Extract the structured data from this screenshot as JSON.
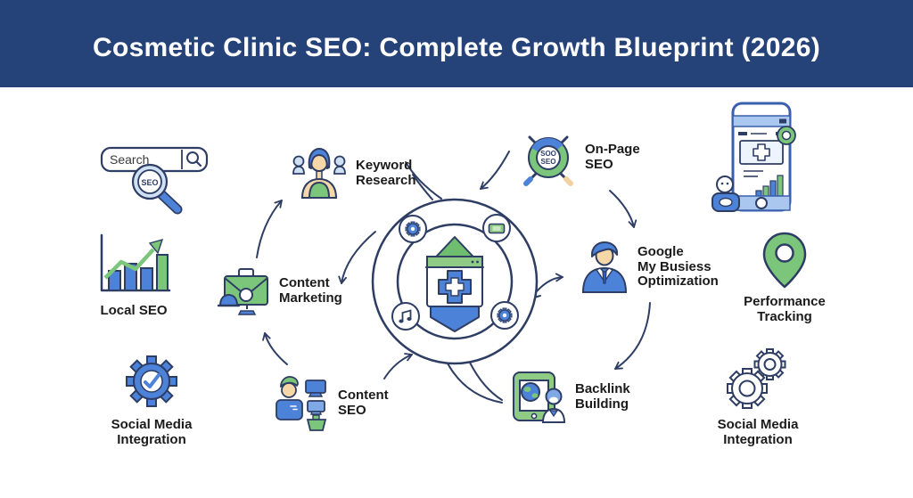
{
  "header": {
    "title": "Cosmetic Clinic SEO: Complete Growth Blueprint (2026)"
  },
  "colors": {
    "header_bg": "#264379",
    "outline_navy": "#2e3d63",
    "blue": "#4d82d9",
    "light_blue": "#7ea8e6",
    "pale_blue": "#cfe0f5",
    "green": "#7cc67c",
    "pale_green": "#8fcb85",
    "skin": "#f6d7a8",
    "label_text": "#1b1b1b"
  },
  "nodes": {
    "seo_search": {
      "search_text": "Search",
      "magnifier_text": "SEO"
    },
    "local_seo": {
      "label": "Local SEO"
    },
    "social_media_left": {
      "label": "Social Media\nIntegration"
    },
    "keyword_research": {
      "label": "Keyword\nResearch"
    },
    "content_marketing": {
      "label": "Content\nMarketing"
    },
    "content_seo": {
      "label": "Content\nSEO"
    },
    "on_page_seo": {
      "label": "On-Page\nSEO",
      "icon_line1": "SOO",
      "icon_line2": "SEO"
    },
    "gmb": {
      "label": "Google\nMy Busiess\nOptimization"
    },
    "backlink_building": {
      "label": "Backlink\nBuilding"
    },
    "performance_tracking": {
      "label": "Performance\nTracking"
    },
    "social_media_right": {
      "label": "Social Media\nIntegration"
    }
  }
}
